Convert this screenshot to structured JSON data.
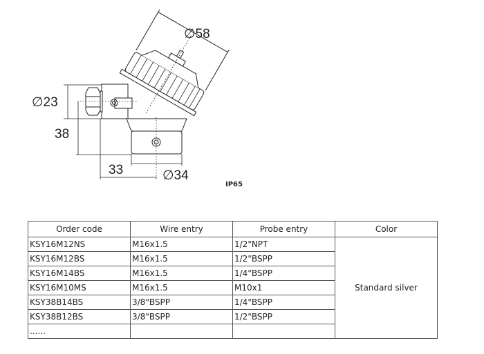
{
  "drawing": {
    "dimensions": {
      "cap_diameter": "∅58",
      "entry_diameter": "∅23",
      "height": "38",
      "offset": "33",
      "base_diameter": "∅34"
    },
    "rating": "IP65"
  },
  "table": {
    "headers": [
      "Order code",
      "Wire entry",
      "Probe entry",
      "Color"
    ],
    "rows": [
      [
        "KSY16M12NS",
        "M16x1.5",
        "1/2\"NPT"
      ],
      [
        "KSY16M12BS",
        "M16x1.5",
        "1/2\"BSPP"
      ],
      [
        "KSY16M14BS",
        "M16x1.5",
        "1/4\"BSPP"
      ],
      [
        "KSY16M10MS",
        "M16x1.5",
        "M10x1"
      ],
      [
        "KSY38B14BS",
        "3/8\"BSPP",
        "1/4\"BSPP"
      ],
      [
        "KSY38B12BS",
        "3/8\"BSPP",
        "1/2\"BSPP"
      ],
      [
        "......",
        "",
        ""
      ]
    ],
    "color": "Standard silver"
  }
}
